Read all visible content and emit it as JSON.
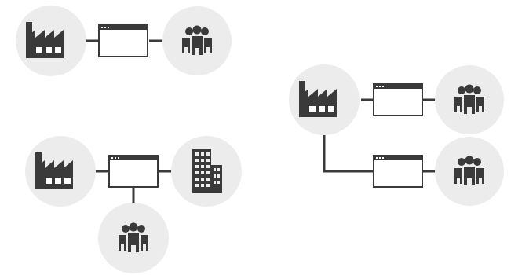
{
  "diagram": {
    "colors": {
      "background": "#ffffff",
      "circle_fill": "#ececec",
      "icon_fill": "#3a3a3a",
      "window_stroke": "#3a3a3a",
      "window_fill": "#ffffff",
      "connector": "#3a3a3a"
    },
    "groups": [
      {
        "id": "group-top-left",
        "nodes": [
          "factory-icon",
          "browser-window-icon",
          "people-group-icon"
        ]
      },
      {
        "id": "group-bottom-left",
        "nodes": [
          "factory-icon",
          "browser-window-icon",
          "office-building-icon",
          "people-group-icon"
        ]
      },
      {
        "id": "group-right",
        "nodes": [
          "factory-icon",
          "browser-window-icon",
          "people-group-icon",
          "browser-window-icon",
          "people-group-icon"
        ]
      }
    ]
  }
}
